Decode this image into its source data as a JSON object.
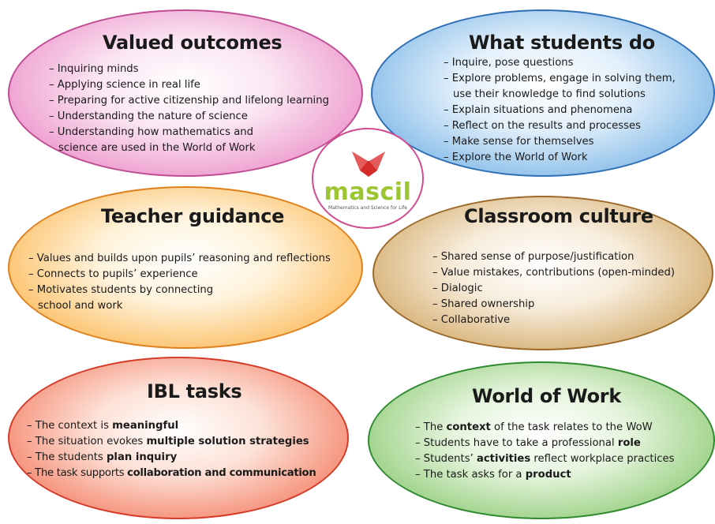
{
  "logo": {
    "word": "mascil",
    "tagline": "Mathematics and Science for Life",
    "colors": {
      "word": "#9cc532",
      "mark_red": "#d62b2b",
      "ring": "#d14b91"
    }
  },
  "panels": {
    "valued_outcomes": {
      "title": "Valued outcomes",
      "color": "#cf5fa3",
      "items": [
        "– Inquiring minds",
        "– Applying science in real life",
        "– Preparing for active citizenship and lifelong learning",
        "– Understanding the nature of science",
        "– Understanding how mathematics and",
        "science are used in the World of Work"
      ]
    },
    "what_students_do": {
      "title": "What students do",
      "color": "#3b7fc4",
      "items": [
        "– Inquire, pose questions",
        "– Explore problems, engage in solving them,",
        "use their knowledge to find solutions",
        "– Explain situations and phenomena",
        "– Reflect on the results and processes",
        "– Make sense for themselves",
        "– Explore the World of Work"
      ]
    },
    "teacher_guidance": {
      "title": "Teacher guidance",
      "color": "#ef8a1f",
      "items": [
        "– Values and builds upon pupils’ reasoning and reflections",
        "– Connects to pupils’ experience",
        "– Motivates students by connecting",
        "school and work"
      ]
    },
    "classroom_culture": {
      "title": "Classroom culture",
      "color": "#a97531",
      "items": [
        "– Shared sense of purpose/justification",
        "– Value mistakes, contributions (open-minded)",
        "– Dialogic",
        "– Shared ownership",
        "– Collaborative"
      ]
    },
    "ibl_tasks": {
      "title": "IBL tasks",
      "color": "#e0402c",
      "items": [
        {
          "pre": "– The context is ",
          "bold": "meaningful",
          "post": ""
        },
        {
          "pre": "– The situation evokes ",
          "bold": "multiple solution strategies",
          "post": ""
        },
        {
          "pre": "– The students ",
          "bold": "plan inquiry",
          "post": ""
        },
        {
          "pre": "– The task supports ",
          "bold": "collaboration and communication",
          "post": ""
        }
      ]
    },
    "world_of_work": {
      "title": "World of Work",
      "color": "#3f9a3a",
      "items": [
        {
          "pre": "– The ",
          "bold": "context",
          "post": " of the task relates to the WoW"
        },
        {
          "pre": "– Students have to take a professional ",
          "bold": "role",
          "post": ""
        },
        {
          "pre": "– Students’ ",
          "bold": "activities",
          "post": " reflect workplace practices"
        },
        {
          "pre": "– The task asks for a ",
          "bold": "product",
          "post": ""
        }
      ]
    }
  }
}
